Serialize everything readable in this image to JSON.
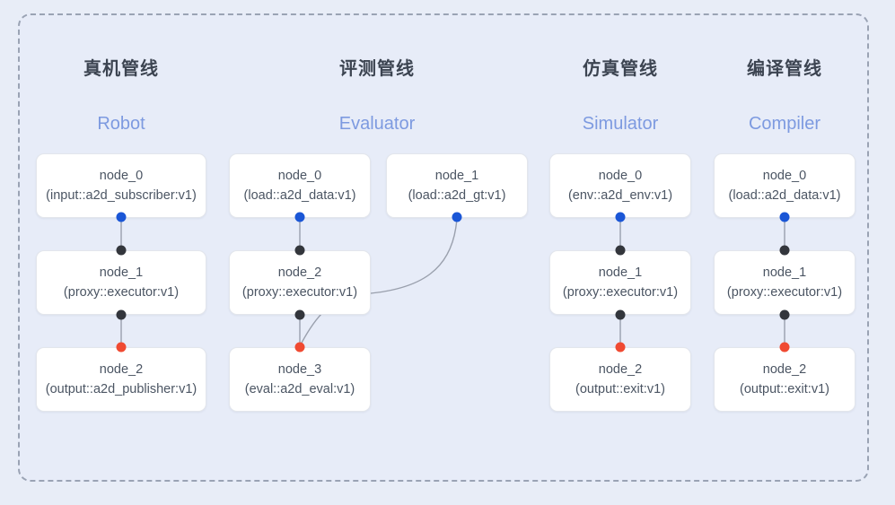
{
  "diagram": {
    "title_hidden": "",
    "columns": [
      {
        "cn": "真机管线",
        "en": "Robot"
      },
      {
        "cn": "评测管线",
        "en": "Evaluator"
      },
      {
        "cn": "仿真管线",
        "en": "Simulator"
      },
      {
        "cn": "编译管线",
        "en": "Compiler"
      }
    ],
    "nodes": [
      {
        "id": "robot-0",
        "name": "node_0",
        "type": "(input::a2d_subscriber:v1)"
      },
      {
        "id": "robot-1",
        "name": "node_1",
        "type": "(proxy::executor:v1)"
      },
      {
        "id": "robot-2",
        "name": "node_2",
        "type": "(output::a2d_publisher:v1)"
      },
      {
        "id": "eval-0",
        "name": "node_0",
        "type": "(load::a2d_data:v1)"
      },
      {
        "id": "eval-gt",
        "name": "node_1",
        "type": "(load::a2d_gt:v1)"
      },
      {
        "id": "eval-2",
        "name": "node_2",
        "type": "(proxy::executor:v1)"
      },
      {
        "id": "eval-3",
        "name": "node_3",
        "type": "(eval::a2d_eval:v1)"
      },
      {
        "id": "sim-0",
        "name": "node_0",
        "type": "(env::a2d_env:v1)"
      },
      {
        "id": "sim-1",
        "name": "node_1",
        "type": "(proxy::executor:v1)"
      },
      {
        "id": "sim-2",
        "name": "node_2",
        "type": "(output::exit:v1)"
      },
      {
        "id": "comp-0",
        "name": "node_0",
        "type": "(load::a2d_data:v1)"
      },
      {
        "id": "comp-1",
        "name": "node_1",
        "type": "(proxy::executor:v1)"
      },
      {
        "id": "comp-2",
        "name": "node_2",
        "type": "(output::exit:v1)"
      }
    ],
    "colors": {
      "background": "#e8edf7",
      "panel": "#e7ecf8",
      "frame_border": "#9aa3b4",
      "node_fill": "#ffffff",
      "node_border": "#e3e6ec",
      "heading_cn": "#3c4451",
      "heading_en": "#7d9ae0",
      "dot_output": "#1a56d6",
      "dot_port": "#33363c",
      "dot_input": "#f04a32",
      "edge": "#9aa0ad",
      "node_text": "#4b5563"
    }
  }
}
